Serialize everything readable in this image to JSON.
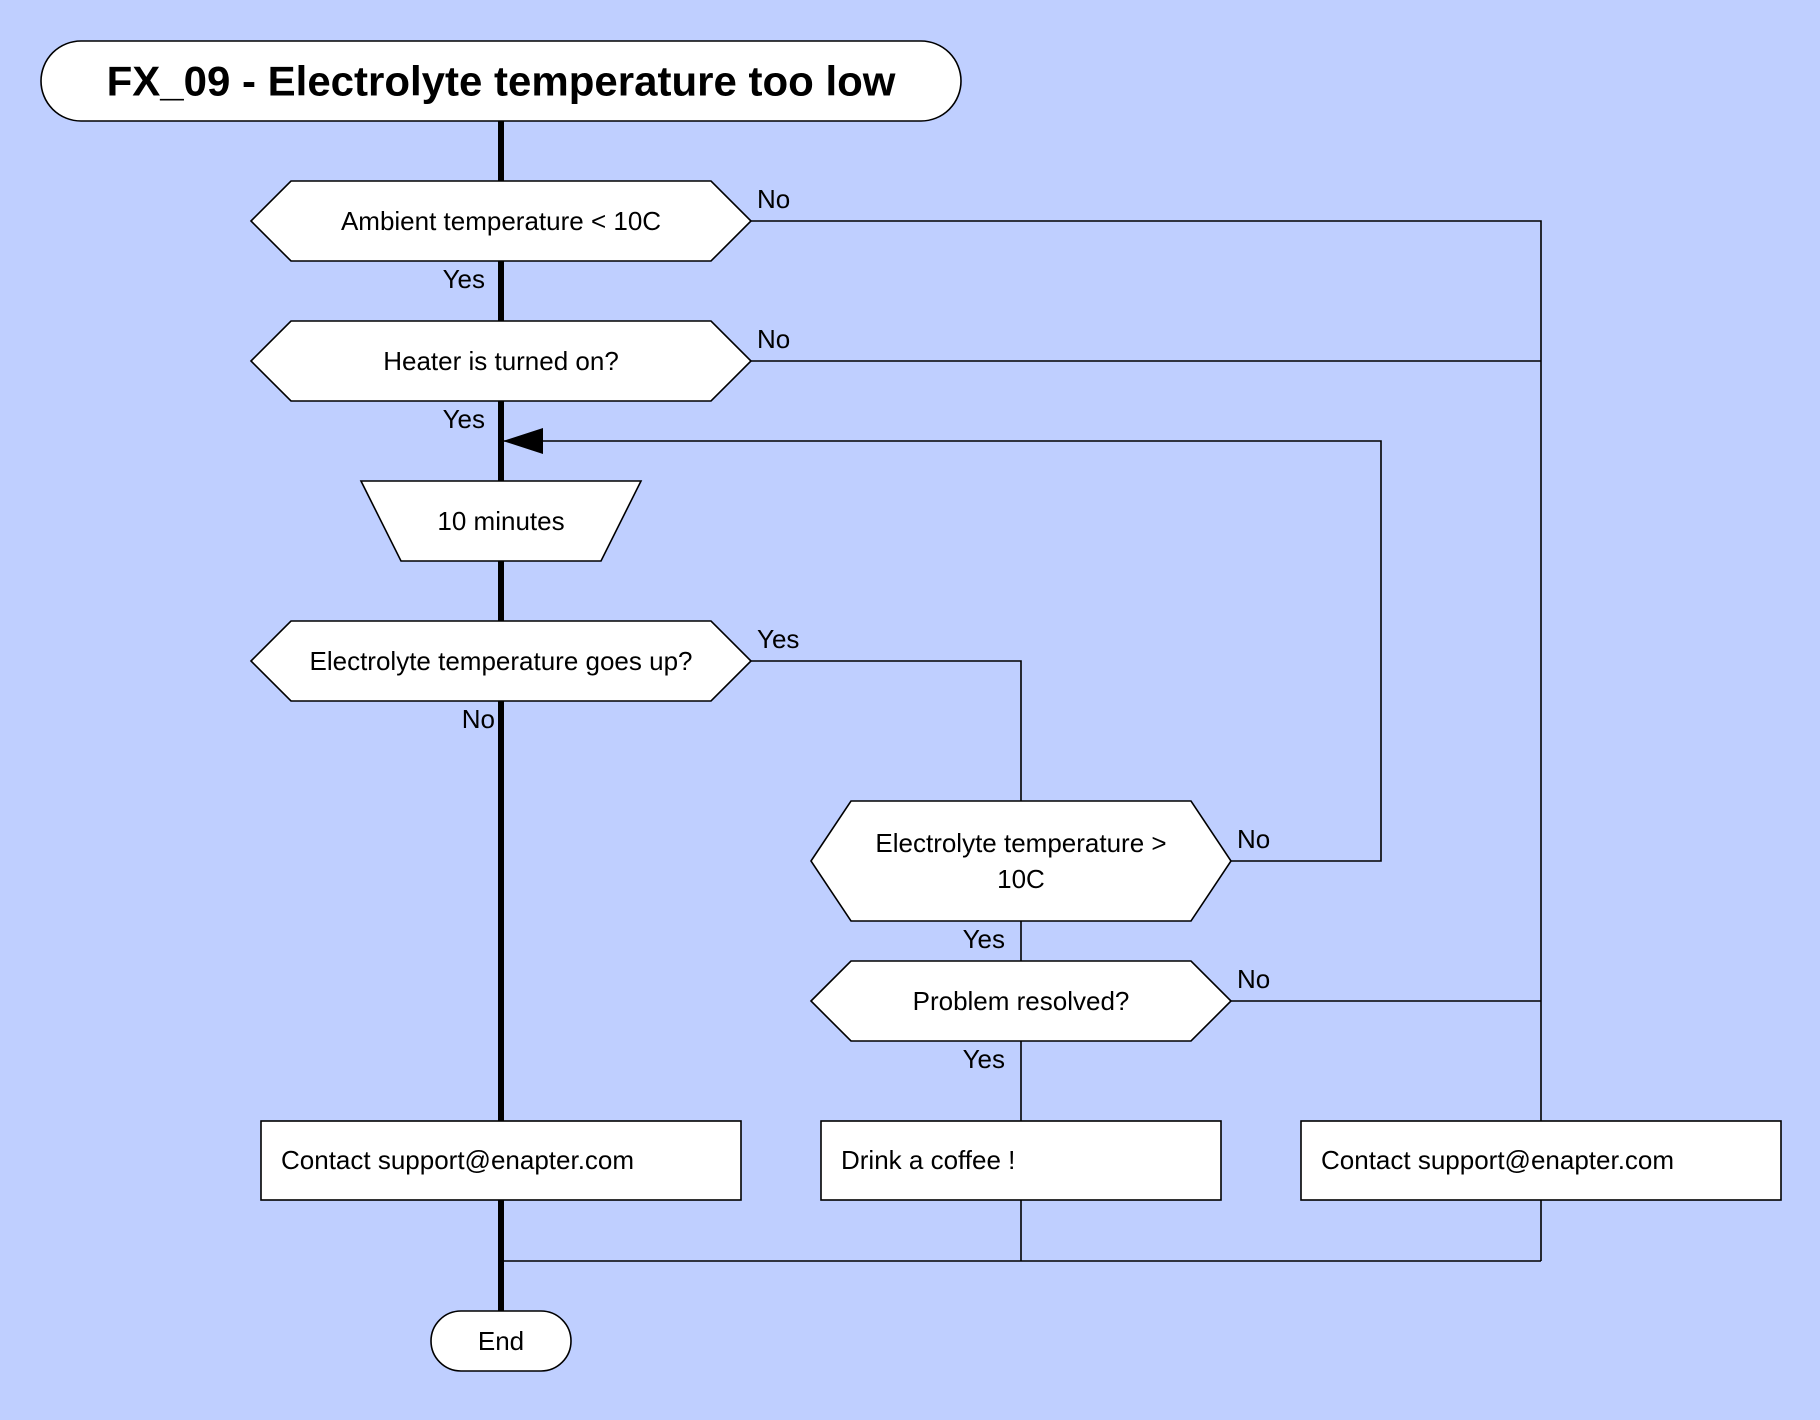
{
  "title": "FX_09 - Electrolyte temperature too low",
  "nodes": {
    "ambient": "Ambient temperature < 10C",
    "heater": "Heater is turned on?",
    "wait": "10 minutes",
    "goes_up": "Electrolyte temperature goes up?",
    "temp_gt_1": "Electrolyte temperature >",
    "temp_gt_2": "10C",
    "resolved": "Problem resolved?",
    "contact_left": "Contact support@enapter.com",
    "coffee": "Drink a coffee !",
    "contact_right": "Contact support@enapter.com",
    "end": "End"
  },
  "labels": {
    "ambient_no": "No",
    "ambient_yes": "Yes",
    "heater_no": "No",
    "heater_yes": "Yes",
    "goes_up_yes": "Yes",
    "goes_up_no": "No",
    "temp_no": "No",
    "temp_yes": "Yes",
    "resolved_no": "No",
    "resolved_yes": "Yes"
  }
}
